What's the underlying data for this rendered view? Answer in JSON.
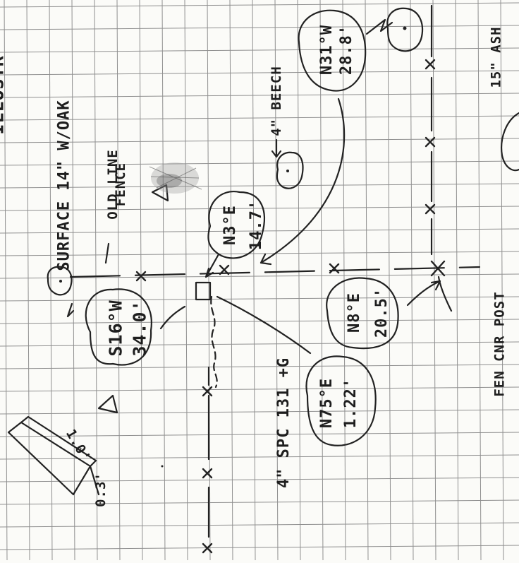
{
  "sketch": {
    "header_text": "ILLUSTR",
    "labels": {
      "surface_oak": "SURFACE 14\" W/OAK",
      "old_line": "OLD LINE",
      "fence_line": "FENCE",
      "beech": "4\" BEECH",
      "tree_a_bearing": "N31°W",
      "tree_a_distance": "28.8'",
      "tree_b_bearing": "N3°E",
      "tree_b_distance": "14.7'",
      "tree_c_bearing": "S16°W",
      "tree_c_distance": "34.0'",
      "tree_d_bearing": "N8°E",
      "tree_d_distance": "20.5'",
      "tree_e_bearing": "N75°E",
      "tree_e_distance": "1.22'",
      "spc_note": "4\" SPC 131 +G",
      "ash": "15\" ASH",
      "fen_cnr_post": "FEN CNR POST",
      "rock_length": "1.0'",
      "rock_height": "0.3'"
    }
  }
}
